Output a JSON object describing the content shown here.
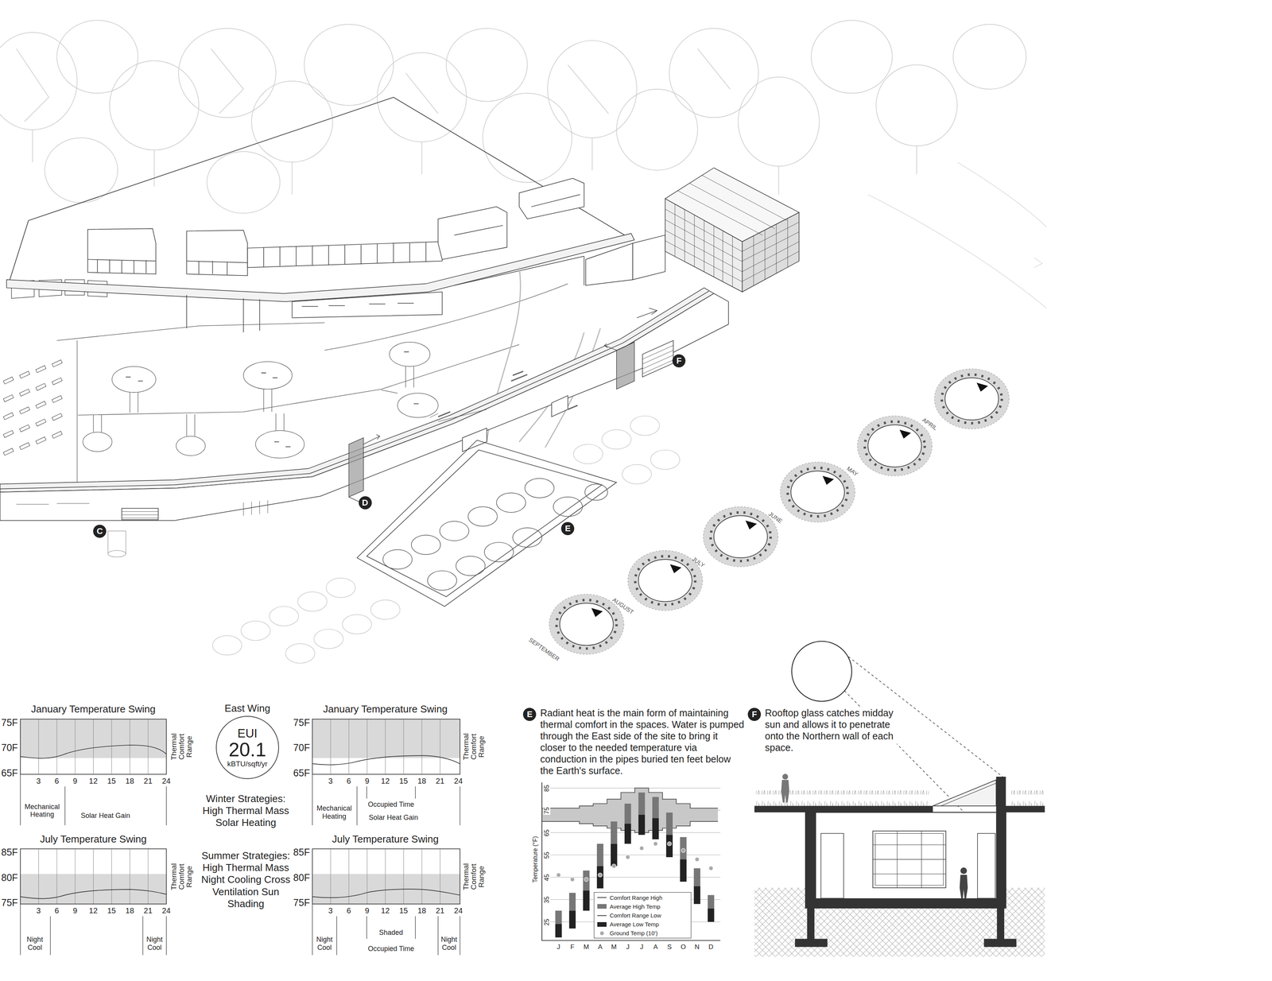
{
  "diagram": {
    "nodes": [
      {
        "text": [
          "C"
        ]
      },
      {
        "text": [
          "D"
        ]
      },
      {
        "text": [
          "E"
        ]
      },
      {
        "text": [
          "F"
        ]
      },
      {
        "text": [
          "East Wing",
          "EUI",
          "20.1",
          "kBTU/sqft/yr"
        ]
      },
      {
        "text": [
          "E"
        ]
      },
      {
        "text": [
          "F"
        ]
      }
    ],
    "labels": [
      "APRIL",
      "MAY",
      "JUNE",
      "JULY",
      "AUGUST",
      "SEPTEMBER",
      "January Temperature Swing",
      "75F",
      "70F",
      "65F",
      "3",
      "6",
      "9",
      "12",
      "15",
      "18",
      "21",
      "24",
      "Thermal Comfort Range",
      "Mechanical Heating",
      "Solar Heat Gain",
      "July Temperature Swing",
      "85F",
      "80F",
      "75F",
      "3",
      "6",
      "9",
      "12",
      "15",
      "18",
      "21",
      "24",
      "Thermal Comfort Range",
      "Night Cool",
      "Night Cool",
      "Winter Strategies: High Thermal Mass Solar Heating",
      "Summer Strategies: High Thermal Mass Night Cooling Cross Ventilation Sun Shading",
      "January Temperature Swing",
      "75F",
      "70F",
      "65F",
      "3",
      "6",
      "9",
      "12",
      "15",
      "18",
      "21",
      "24",
      "Thermal Comfort Range",
      "Occupied Time",
      "Mechanical Heating",
      "Solar Heat Gain",
      "July Temperature Swing",
      "85F",
      "80F",
      "75F",
      "3",
      "6",
      "9",
      "12",
      "15",
      "18",
      "21",
      "24",
      "Thermal Comfort Range",
      "Night Cool",
      "Shaded",
      "Occupied Time",
      "Night Cool",
      "Radiant heat is the main form of maintaining thermal comfort in the spaces. Water is pumped through the East side of the site to bring it closer to the needed temperature via conduction in the pipes buried ten feet below the Earth's surface.",
      "Temperature (°F)",
      "85",
      "75",
      "65",
      "55",
      "45",
      "35",
      "25",
      "J",
      "F",
      "M",
      "A",
      "M",
      "J",
      "J",
      "A",
      "S",
      "O",
      "N",
      "D",
      "Rooftop glass catches midday sun and allows it to penetrate onto the Northern wall of each space."
    ],
    "legend": [
      {
        "text": "Comfort Range High"
      },
      {
        "text": "Average High Temp",
        "color": "#777777"
      },
      {
        "text": "Comfort Range Low"
      },
      {
        "text": "Average Low Temp",
        "color": "#222222"
      },
      {
        "text": "Ground Temp (10')"
      }
    ]
  }
}
